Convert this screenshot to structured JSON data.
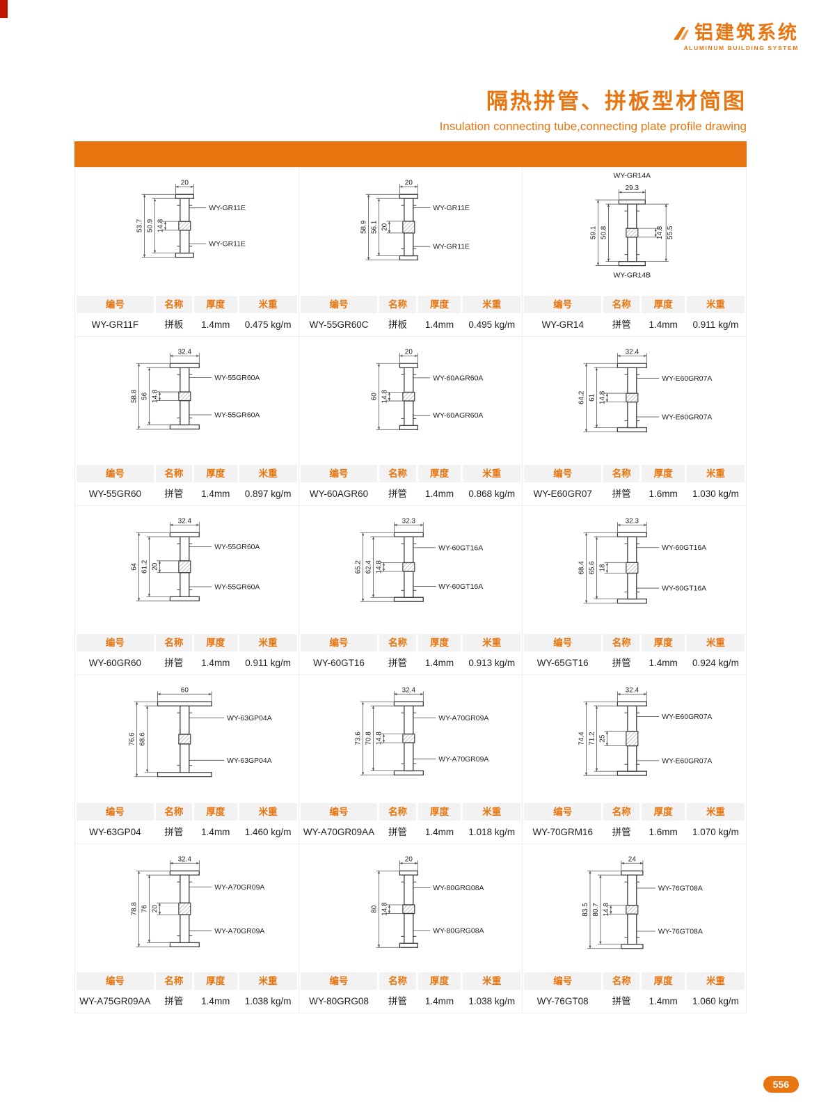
{
  "page": {
    "logo_cn": "铝建筑系统",
    "logo_en": "ALUMINUM BUILDING SYSTEM",
    "title_cn": "隔热拼管、拼板型材简图",
    "title_en": "Insulation connecting tube,connecting plate profile drawing",
    "page_number": "556"
  },
  "colors": {
    "accent": "#E8750F"
  },
  "headers": {
    "code": "编号",
    "name": "名称",
    "thickness": "厚度",
    "weight": "米重"
  },
  "cells": [
    {
      "code": "WY-GR11F",
      "name": "拼板",
      "thickness": "1.4mm",
      "weight": "0.475 kg/m",
      "drawing": {
        "top_dim": "20",
        "left_dims": [
          {
            "v": "53.7",
            "span": "full"
          },
          {
            "v": "50.9",
            "span": "inner"
          },
          {
            "v": "14.8",
            "span": "mid"
          }
        ],
        "right_dims": [],
        "label_top": {
          "text": "WY-GR11E",
          "pos": "right"
        },
        "label_bottom": {
          "text": "WY-GR11E",
          "pos": "right"
        }
      }
    },
    {
      "code": "WY-55GR60C",
      "name": "拼板",
      "thickness": "1.4mm",
      "weight": "0.495 kg/m",
      "drawing": {
        "top_dim": "20",
        "left_dims": [
          {
            "v": "58.9",
            "span": "full"
          },
          {
            "v": "56.1",
            "span": "inner"
          },
          {
            "v": "20",
            "span": "mid"
          }
        ],
        "right_dims": [],
        "label_top": {
          "text": "WY-GR11E",
          "pos": "right"
        },
        "label_bottom": {
          "text": "WY-GR11E",
          "pos": "right"
        }
      }
    },
    {
      "code": "WY-GR14",
      "name": "拼管",
      "thickness": "1.4mm",
      "weight": "0.911 kg/m",
      "drawing": {
        "top_dim": "29.3",
        "left_dims": [
          {
            "v": "59.1",
            "span": "full"
          },
          {
            "v": "50.8",
            "span": "inner"
          }
        ],
        "right_dims": [
          {
            "v": "55.5",
            "span": "inner"
          },
          {
            "v": "14.8",
            "span": "mid"
          }
        ],
        "label_top": {
          "text": "WY-GR14A",
          "pos": "above"
        },
        "label_bottom": {
          "text": "WY-GR14B",
          "pos": "below"
        }
      }
    },
    {
      "code": "WY-55GR60",
      "name": "拼管",
      "thickness": "1.4mm",
      "weight": "0.897 kg/m",
      "drawing": {
        "top_dim": "32.4",
        "left_dims": [
          {
            "v": "58.8",
            "span": "full"
          },
          {
            "v": "56",
            "span": "inner"
          },
          {
            "v": "14.8",
            "span": "mid"
          }
        ],
        "right_dims": [],
        "label_top": {
          "text": "WY-55GR60A",
          "pos": "right"
        },
        "label_bottom": {
          "text": "WY-55GR60A",
          "pos": "right"
        }
      }
    },
    {
      "code": "WY-60AGR60",
      "name": "拼管",
      "thickness": "1.4mm",
      "weight": "0.868 kg/m",
      "drawing": {
        "top_dim": "20",
        "left_dims": [
          {
            "v": "60",
            "span": "full"
          },
          {
            "v": "14.8",
            "span": "mid"
          }
        ],
        "right_dims": [],
        "label_top": {
          "text": "WY-60AGR60A",
          "pos": "right"
        },
        "label_bottom": {
          "text": "WY-60AGR60A",
          "pos": "right"
        }
      }
    },
    {
      "code": "WY-E60GR07",
      "name": "拼管",
      "thickness": "1.6mm",
      "weight": "1.030 kg/m",
      "drawing": {
        "top_dim": "32.4",
        "left_dims": [
          {
            "v": "64.2",
            "span": "full"
          },
          {
            "v": "61",
            "span": "inner"
          },
          {
            "v": "14.8",
            "span": "mid"
          }
        ],
        "right_dims": [],
        "label_top": {
          "text": "WY-E60GR07A",
          "pos": "right"
        },
        "label_bottom": {
          "text": "WY-E60GR07A",
          "pos": "right"
        }
      }
    },
    {
      "code": "WY-60GR60",
      "name": "拼管",
      "thickness": "1.4mm",
      "weight": "0.911 kg/m",
      "drawing": {
        "top_dim": "32.4",
        "left_dims": [
          {
            "v": "64",
            "span": "full"
          },
          {
            "v": "61.2",
            "span": "inner"
          },
          {
            "v": "20",
            "span": "mid"
          }
        ],
        "right_dims": [],
        "label_top": {
          "text": "WY-55GR60A",
          "pos": "right"
        },
        "label_bottom": {
          "text": "WY-55GR60A",
          "pos": "right"
        }
      }
    },
    {
      "code": "WY-60GT16",
      "name": "拼管",
      "thickness": "1.4mm",
      "weight": "0.913 kg/m",
      "drawing": {
        "top_dim": "32.3",
        "left_dims": [
          {
            "v": "65.2",
            "span": "full"
          },
          {
            "v": "62.4",
            "span": "inner"
          },
          {
            "v": "14.8",
            "span": "mid"
          }
        ],
        "right_dims": [],
        "label_top": {
          "text": "WY-60GT16A",
          "pos": "right"
        },
        "label_bottom": {
          "text": "WY-60GT16A",
          "pos": "right"
        }
      }
    },
    {
      "code": "WY-65GT16",
      "name": "拼管",
      "thickness": "1.4mm",
      "weight": "0.924 kg/m",
      "drawing": {
        "top_dim": "32.3",
        "left_dims": [
          {
            "v": "68.4",
            "span": "full"
          },
          {
            "v": "65.6",
            "span": "inner"
          },
          {
            "v": "18",
            "span": "mid"
          }
        ],
        "right_dims": [],
        "label_top": {
          "text": "WY-60GT16A",
          "pos": "right"
        },
        "label_bottom": {
          "text": "WY-60GT16A",
          "pos": "right"
        }
      }
    },
    {
      "code": "WY-63GP04",
      "name": "拼管",
      "thickness": "1.4mm",
      "weight": "1.460 kg/m",
      "drawing": {
        "top_dim": "60",
        "left_dims": [
          {
            "v": "76.6",
            "span": "full"
          },
          {
            "v": "68.6",
            "span": "inner"
          }
        ],
        "right_dims": [],
        "label_top": {
          "text": "WY-63GP04A",
          "pos": "right"
        },
        "label_bottom": {
          "text": "WY-63GP04A",
          "pos": "right"
        }
      }
    },
    {
      "code": "WY-A70GR09AA",
      "name": "拼管",
      "thickness": "1.4mm",
      "weight": "1.018 kg/m",
      "drawing": {
        "top_dim": "32.4",
        "left_dims": [
          {
            "v": "73.6",
            "span": "full"
          },
          {
            "v": "70.8",
            "span": "inner"
          },
          {
            "v": "14.8",
            "span": "mid"
          }
        ],
        "right_dims": [],
        "label_top": {
          "text": "WY-A70GR09A",
          "pos": "right"
        },
        "label_bottom": {
          "text": "WY-A70GR09A",
          "pos": "right"
        }
      }
    },
    {
      "code": "WY-70GRM16",
      "name": "拼管",
      "thickness": "1.6mm",
      "weight": "1.070 kg/m",
      "drawing": {
        "top_dim": "32.4",
        "left_dims": [
          {
            "v": "74.4",
            "span": "full"
          },
          {
            "v": "71.2",
            "span": "inner"
          },
          {
            "v": "25",
            "span": "mid"
          }
        ],
        "right_dims": [],
        "label_top": {
          "text": "WY-E60GR07A",
          "pos": "right"
        },
        "label_bottom": {
          "text": "WY-E60GR07A",
          "pos": "right"
        }
      }
    },
    {
      "code": "WY-A75GR09AA",
      "name": "拼管",
      "thickness": "1.4mm",
      "weight": "1.038 kg/m",
      "drawing": {
        "top_dim": "32.4",
        "left_dims": [
          {
            "v": "78.8",
            "span": "full"
          },
          {
            "v": "76",
            "span": "inner"
          },
          {
            "v": "20",
            "span": "mid"
          }
        ],
        "right_dims": [],
        "label_top": {
          "text": "WY-A70GR09A",
          "pos": "right"
        },
        "label_bottom": {
          "text": "WY-A70GR09A",
          "pos": "right"
        }
      }
    },
    {
      "code": "WY-80GRG08",
      "name": "拼管",
      "thickness": "1.4mm",
      "weight": "1.038 kg/m",
      "drawing": {
        "top_dim": "20",
        "left_dims": [
          {
            "v": "80",
            "span": "full"
          },
          {
            "v": "14.8",
            "span": "mid"
          }
        ],
        "right_dims": [],
        "label_top": {
          "text": "WY-80GRG08A",
          "pos": "right"
        },
        "label_bottom": {
          "text": "WY-80GRG08A",
          "pos": "right"
        }
      }
    },
    {
      "code": "WY-76GT08",
      "name": "拼管",
      "thickness": "1.4mm",
      "weight": "1.060 kg/m",
      "drawing": {
        "top_dim": "24",
        "left_dims": [
          {
            "v": "83.5",
            "span": "full"
          },
          {
            "v": "80.7",
            "span": "inner"
          },
          {
            "v": "14.8",
            "span": "mid"
          }
        ],
        "right_dims": [],
        "label_top": {
          "text": "WY-76GT08A",
          "pos": "right"
        },
        "label_bottom": {
          "text": "WY-76GT08A",
          "pos": "right"
        }
      }
    }
  ]
}
